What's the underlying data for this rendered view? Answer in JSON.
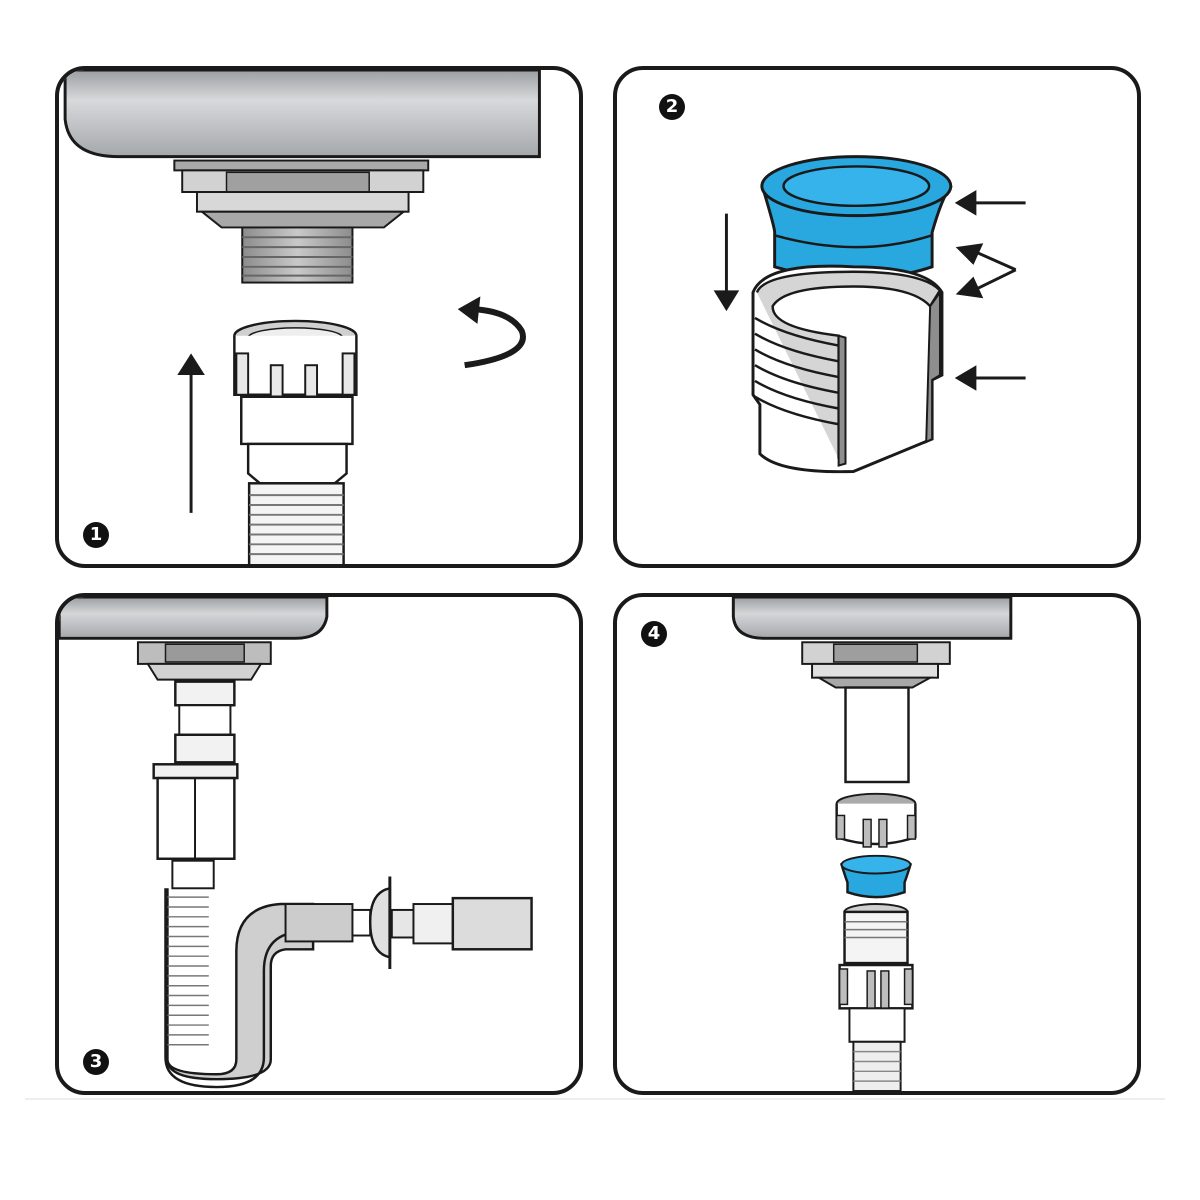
{
  "diagram": {
    "type": "installation-steps",
    "subject": "sink drain flexible siphon installation",
    "colors": {
      "outline": "#1a1a1a",
      "sink_gray": "#b8babd",
      "seal_blue": "#29a8e0",
      "pipe_white": "#ffffff",
      "shade_gray": "#8e8e8e"
    },
    "steps": [
      {
        "number": "1",
        "badge": "❶",
        "description": "Lift flexible hose connector nut up to threaded sink outlet and screw it on",
        "arrows": [
          "up-arrow",
          "rotate-arrow"
        ]
      },
      {
        "number": "2",
        "badge": "❷",
        "description": "Insert blue conical seal into threaded fitting",
        "arrows": [
          "down-arrow",
          "left-arrow-seal",
          "double-left-arrow-rim",
          "left-arrow-step"
        ]
      },
      {
        "number": "3",
        "badge": "❸",
        "description": "Assembled siphon with bottle trap, flexible hose and wall connection",
        "arrows": []
      },
      {
        "number": "4",
        "badge": "❹",
        "description": "Exploded view: sink outlet pipe, union nut, blue seal, threaded hose connector",
        "arrows": []
      }
    ]
  }
}
